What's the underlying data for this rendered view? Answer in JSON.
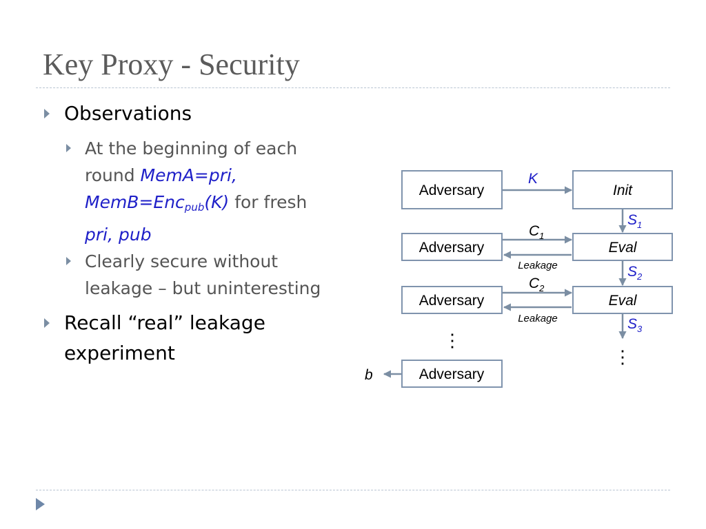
{
  "slide": {
    "title": "Key Proxy - Security",
    "bullets": {
      "observations": "Observations",
      "sub1_line1": "At the beginning of each",
      "sub1_line2_text": "round ",
      "sub1_line2_blue": "MemA=pri,",
      "sub1_line3_blue_pre": "MemB=Enc",
      "sub1_line3_sub": "pub",
      "sub1_line3_blue_post": "(K)",
      "sub1_line3_text": " for fresh",
      "sub1_line4_blue": "pri, pub",
      "sub2_line1": "Clearly secure without",
      "sub2_line2": "leakage – but uninteresting",
      "recall_line1": "Recall “real” leakage",
      "recall_line2": "experiment"
    }
  },
  "diagram": {
    "adversary": "Adversary",
    "init": "Init",
    "eval": "Eval",
    "k": "K",
    "s_base": "S",
    "s1_sub": "1",
    "s2_sub": "2",
    "s3_sub": "3",
    "c_base": "C",
    "c1_sub": "1",
    "c2_sub": "2",
    "leakage": "Leakage",
    "b": "b",
    "dots": "⋮"
  },
  "colors": {
    "title": "#5b5b5b",
    "accent_blue": "#1f20c8",
    "box_border": "#7f93ad",
    "arrow": "#7b8ea3"
  }
}
